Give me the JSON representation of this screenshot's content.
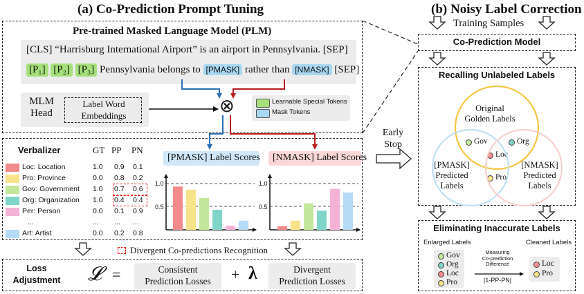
{
  "titles": {
    "left": "(a) Co-Prediction Prompt Tuning",
    "right": "(b) Noisy Label Correction"
  },
  "plm": {
    "title": "Pre-trained Masked Language Model (PLM)",
    "line1": "[CLS] “Harrisburg International Airport” is an airport in Pennsylvania. [SEP]",
    "tokens": [
      "[P₁]",
      "[P₂]",
      "[P₃]"
    ],
    "line2_text": "Pennsylvania belongs to",
    "pmask": "[PMASK]",
    "rather_than": "rather than",
    "nmask": "[NMASK]",
    "sep": "[SEP]",
    "mlm_head": [
      "MLM",
      "Head"
    ],
    "label_word": [
      "Label Word",
      "Embeddings"
    ],
    "legend": [
      "Learnable Special Tokens",
      "Mask Tokens"
    ],
    "otimes": "⊗"
  },
  "verbalizer": {
    "title": "Verbalizer",
    "headers": [
      "GT",
      "PP",
      "PN"
    ],
    "rows": [
      {
        "label": "Loc: Location",
        "color": "#f28b8b",
        "gt": "1.0",
        "pp": "0.9",
        "pn": "0.1"
      },
      {
        "label": "Pro: Province",
        "color": "#f7e48a",
        "gt": "0.0",
        "pp": "0.8",
        "pn": "0.2"
      },
      {
        "label": "Gov: Government",
        "color": "#c3e79a",
        "gt": "1.0",
        "pp": "0.7",
        "pn": "0.6"
      },
      {
        "label": "Org: Organization",
        "color": "#7fd6c8",
        "gt": "1.0",
        "pp": "0.4",
        "pn": "0.4"
      },
      {
        "label": "Per: Person",
        "color": "#f4b3d6",
        "gt": "0.0",
        "pp": "0.1",
        "pn": "0.9"
      },
      {
        "label": "...",
        "color": "",
        "gt": "...",
        "pp": "...",
        "pn": "..."
      },
      {
        "label": "Art: Artist",
        "color": "#b6dbf6",
        "gt": "0.0",
        "pp": "0.2",
        "pn": "0.8"
      }
    ]
  },
  "pmask_chart": {
    "title": "[PMASK] Label Scores",
    "yticks": [
      "1.0",
      "0.5"
    ],
    "values": [
      0.95,
      0.88,
      0.7,
      0.44,
      0.09,
      0.2
    ],
    "colors": [
      "#f28b8b",
      "#f7e48a",
      "#c3e79a",
      "#7fd6c8",
      "#f4b3d6",
      "#b6dbf6"
    ]
  },
  "nmask_chart": {
    "title": "[NMASK] Label Scores",
    "yticks": [
      "1.0",
      "0.5"
    ],
    "values": [
      0.08,
      0.2,
      0.58,
      0.42,
      0.9,
      0.82
    ],
    "colors": [
      "#f28b8b",
      "#f7e48a",
      "#c3e79a",
      "#7fd6c8",
      "#f4b3d6",
      "#b6dbf6"
    ]
  },
  "divergent_legend": "Divergent Co-predictions Recognition",
  "loss": {
    "label": [
      "Loss",
      "Adjustment"
    ],
    "L": "𝓛",
    "eq": "=",
    "consistent": [
      "Consistent",
      "Prediction Losses"
    ],
    "plus": "+",
    "lambda": "λ",
    "divergent": [
      "Divergent",
      "Prediction Losses"
    ]
  },
  "early_stop": [
    "Early",
    "Stop"
  ],
  "noisy": {
    "training_samples": "Training Samples",
    "co_pred_model": "Co-Prediction Model",
    "recall_title": "Recalling Unlabeled Labels",
    "golden": [
      "Original",
      "Golden Labels"
    ],
    "pmask_pred": [
      "[PMASK]",
      "Predicted",
      "Labels"
    ],
    "nmask_pred": [
      "[NMASK]",
      "Predicted",
      "Labels"
    ],
    "venn_items": [
      {
        "label": "Gov",
        "color": "#c3e79a"
      },
      {
        "label": "Org",
        "color": "#7fd6c8"
      },
      {
        "label": "Loc",
        "color": "#f28b8b"
      },
      {
        "label": "Pro",
        "color": "#f7e48a"
      }
    ],
    "elim_title": "Eliminating Inaccurate Labels",
    "enlarged": "Enlarged Labels",
    "cleaned": "Cleaned Labels",
    "measuring": [
      "Measuring",
      "Co-prediction",
      "Difference"
    ],
    "formula": "|1-PP-PN|",
    "enlarged_items": [
      {
        "label": "Gov",
        "color": "#c3e79a"
      },
      {
        "label": "Org",
        "color": "#7fd6c8"
      },
      {
        "label": "Loc",
        "color": "#f28b8b"
      },
      {
        "label": "Pro",
        "color": "#f7e48a"
      }
    ],
    "cleaned_items": [
      {
        "label": "Loc",
        "color": "#f28b8b"
      },
      {
        "label": "Pro",
        "color": "#f7e48a"
      }
    ]
  }
}
